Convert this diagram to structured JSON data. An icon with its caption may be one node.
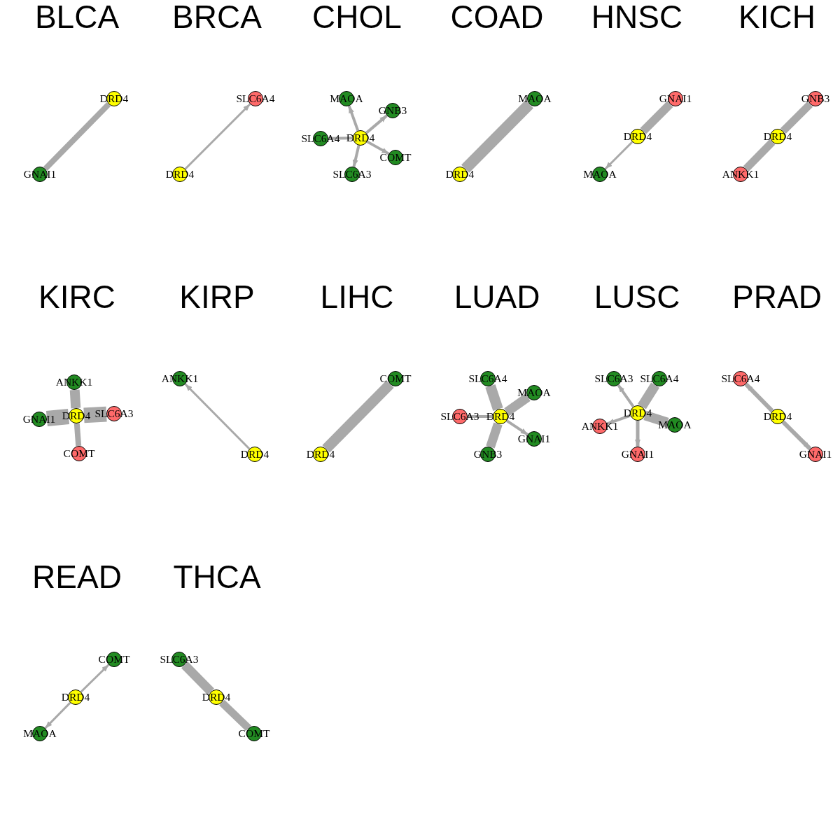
{
  "diagram": {
    "nodes": [
      {
        "text": [
          "BLCA"
        ]
      },
      {
        "text": [
          "DRD4"
        ],
        "in": 0
      },
      {
        "text": [
          "GNAI1"
        ],
        "in": 0
      },
      {
        "text": [
          "BRCA"
        ]
      },
      {
        "text": [
          "SLC6A4"
        ],
        "in": 3
      },
      {
        "text": [
          "DRD4"
        ],
        "in": 3
      },
      {
        "text": [
          "CHOL"
        ]
      },
      {
        "text": [
          "MAOA"
        ],
        "in": 6
      },
      {
        "text": [
          "GNB3"
        ],
        "in": 6
      },
      {
        "text": [
          "SLC6A4"
        ],
        "in": 6
      },
      {
        "text": [
          "DRD4"
        ],
        "in": 6
      },
      {
        "text": [
          "COMT"
        ],
        "in": 6
      },
      {
        "text": [
          "SLC6A3"
        ],
        "in": 6
      },
      {
        "text": [
          "COAD"
        ]
      },
      {
        "text": [
          "MAOA"
        ],
        "in": 13
      },
      {
        "text": [
          "DRD4"
        ],
        "in": 13
      },
      {
        "text": [
          "HNSC"
        ]
      },
      {
        "text": [
          "GNAI1"
        ],
        "in": 16
      },
      {
        "text": [
          "DRD4"
        ],
        "in": 16
      },
      {
        "text": [
          "MAOA"
        ],
        "in": 16
      },
      {
        "text": [
          "KICH"
        ]
      },
      {
        "text": [
          "GNB3"
        ],
        "in": 20
      },
      {
        "text": [
          "DRD4"
        ],
        "in": 20
      },
      {
        "text": [
          "ANKK1"
        ],
        "in": 20
      },
      {
        "text": [
          "KIRC"
        ]
      },
      {
        "text": [
          "ANKK1"
        ],
        "in": 24
      },
      {
        "text": [
          "GNAI1"
        ],
        "in": 24
      },
      {
        "text": [
          "DRD4"
        ],
        "in": 24
      },
      {
        "text": [
          "SLC6A3"
        ],
        "in": 24
      },
      {
        "text": [
          "COMT"
        ],
        "in": 24
      },
      {
        "text": [
          "KIRP"
        ]
      },
      {
        "text": [
          "ANKK1"
        ],
        "in": 30
      },
      {
        "text": [
          "DRD4"
        ],
        "in": 30
      },
      {
        "text": [
          "LIHC"
        ]
      },
      {
        "text": [
          "COMT"
        ],
        "in": 33
      },
      {
        "text": [
          "DRD4"
        ],
        "in": 33
      },
      {
        "text": [
          "LUAD"
        ]
      },
      {
        "text": [
          "SLC6A4"
        ],
        "in": 36
      },
      {
        "text": [
          "MAOA"
        ],
        "in": 36
      },
      {
        "text": [
          "SLC6A3"
        ],
        "in": 36
      },
      {
        "text": [
          "DRD4"
        ],
        "in": 36
      },
      {
        "text": [
          "GNAI1"
        ],
        "in": 36
      },
      {
        "text": [
          "GNB3"
        ],
        "in": 36
      },
      {
        "text": [
          "LUSC"
        ]
      },
      {
        "text": [
          "SLC6A3"
        ],
        "in": 43
      },
      {
        "text": [
          "SLC6A4"
        ],
        "in": 43
      },
      {
        "text": [
          "DRD4"
        ],
        "in": 43
      },
      {
        "text": [
          "ANKK1"
        ],
        "in": 43
      },
      {
        "text": [
          "MAOA"
        ],
        "in": 43
      },
      {
        "text": [
          "GNAI1"
        ],
        "in": 43
      },
      {
        "text": [
          "PRAD"
        ]
      },
      {
        "text": [
          "SLC6A4"
        ],
        "in": 50
      },
      {
        "text": [
          "DRD4"
        ],
        "in": 50
      },
      {
        "text": [
          "GNAI1"
        ],
        "in": 50
      },
      {
        "text": [
          "READ"
        ]
      },
      {
        "text": [
          "COMT"
        ],
        "in": 54
      },
      {
        "text": [
          "DRD4"
        ],
        "in": 54
      },
      {
        "text": [
          "MAOA"
        ],
        "in": 54
      },
      {
        "text": [
          "THCA"
        ]
      },
      {
        "text": [
          "SLC6A3"
        ],
        "in": 58
      },
      {
        "text": [
          "DRD4"
        ],
        "in": 58
      },
      {
        "text": [
          "COMT"
        ],
        "in": 58
      }
    ],
    "edges": [
      {
        "from": 1,
        "to": 2,
        "arrow": "to"
      },
      {
        "from": 5,
        "to": 4,
        "arrow": "to"
      },
      {
        "from": 10,
        "to": 7,
        "arrow": "to"
      },
      {
        "from": 10,
        "to": 8,
        "arrow": "to"
      },
      {
        "from": 10,
        "to": 9,
        "arrow": "none"
      },
      {
        "from": 10,
        "to": 11,
        "arrow": "to"
      },
      {
        "from": 10,
        "to": 12,
        "arrow": "to"
      },
      {
        "from": 15,
        "to": 14,
        "arrow": "none",
        "style": "thick"
      },
      {
        "from": 18,
        "to": 17,
        "arrow": "none",
        "style": "thick"
      },
      {
        "from": 18,
        "to": 19,
        "arrow": "to"
      },
      {
        "from": 22,
        "to": 21,
        "arrow": "none",
        "style": "thick"
      },
      {
        "from": 22,
        "to": 23,
        "arrow": "none",
        "style": "thick"
      },
      {
        "from": 27,
        "to": 25,
        "arrow": "none",
        "style": "thick"
      },
      {
        "from": 27,
        "to": 26,
        "arrow": "none",
        "style": "thick"
      },
      {
        "from": 27,
        "to": 28,
        "arrow": "none",
        "style": "thick"
      },
      {
        "from": 27,
        "to": 29,
        "arrow": "none"
      },
      {
        "from": 32,
        "to": 31,
        "arrow": "to"
      },
      {
        "from": 35,
        "to": 34,
        "arrow": "none",
        "style": "thick"
      },
      {
        "from": 40,
        "to": 37,
        "arrow": "none",
        "style": "thick"
      },
      {
        "from": 40,
        "to": 38,
        "arrow": "none",
        "style": "thick"
      },
      {
        "from": 40,
        "to": 39,
        "arrow": "none"
      },
      {
        "from": 40,
        "to": 41,
        "arrow": "to"
      },
      {
        "from": 40,
        "to": 42,
        "arrow": "none",
        "style": "thick"
      },
      {
        "from": 46,
        "to": 44,
        "arrow": "to"
      },
      {
        "from": 46,
        "to": 45,
        "arrow": "none",
        "style": "thick"
      },
      {
        "from": 46,
        "to": 47,
        "arrow": "to"
      },
      {
        "from": 46,
        "to": 48,
        "arrow": "none",
        "style": "thick"
      },
      {
        "from": 46,
        "to": 49,
        "arrow": "to"
      },
      {
        "from": 52,
        "to": 51,
        "arrow": "to"
      },
      {
        "from": 52,
        "to": 53,
        "arrow": "to"
      },
      {
        "from": 56,
        "to": 55,
        "arrow": "to"
      },
      {
        "from": 56,
        "to": 57,
        "arrow": "to"
      },
      {
        "from": 59,
        "to": 60,
        "arrow": "none",
        "style": "thick"
      },
      {
        "from": 60,
        "to": 61,
        "arrow": "none",
        "style": "thick"
      }
    ]
  }
}
